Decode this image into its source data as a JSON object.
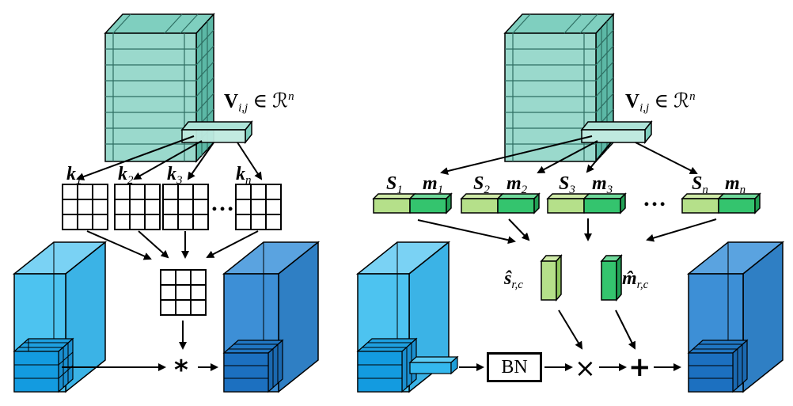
{
  "left_panel": {
    "vector_label": {
      "main": "V",
      "sub": "i,j",
      "rest": " ∈ ℛ",
      "sup": "n"
    },
    "kernel_labels": [
      {
        "main": "k",
        "sub": "1"
      },
      {
        "main": "k",
        "sub": "2"
      },
      {
        "main": "k",
        "sub": "3"
      },
      {
        "main": "k",
        "sub": "n"
      }
    ],
    "ellipsis": "…",
    "operator": "*"
  },
  "right_panel": {
    "vector_label": {
      "main": "V",
      "sub": "i,j",
      "rest": " ∈ ℛ",
      "sup": "n"
    },
    "param_pairs": [
      {
        "s": "S",
        "s_sub": "1",
        "m": "m",
        "m_sub": "1"
      },
      {
        "s": "S",
        "s_sub": "2",
        "m": "m",
        "m_sub": "2"
      },
      {
        "s": "S",
        "s_sub": "3",
        "m": "m",
        "m_sub": "3"
      },
      {
        "s": "S",
        "s_sub": "n",
        "m": "m",
        "m_sub": "n"
      }
    ],
    "ellipsis": "…",
    "s_hat_label": {
      "main": "ŝ",
      "sub": "r,c"
    },
    "m_hat_label": {
      "main": "m̂",
      "sub": "r,c"
    },
    "bn_label": "BN",
    "times_op": "×",
    "plus_op": "+"
  },
  "colors": {
    "teal_face": "#9ad9cc",
    "teal_side": "#5cb8a6",
    "light_blue": "#4dc3f0",
    "dark_blue": "#3d8fd6",
    "light_green": "#b5e08a",
    "green": "#34c46e"
  }
}
